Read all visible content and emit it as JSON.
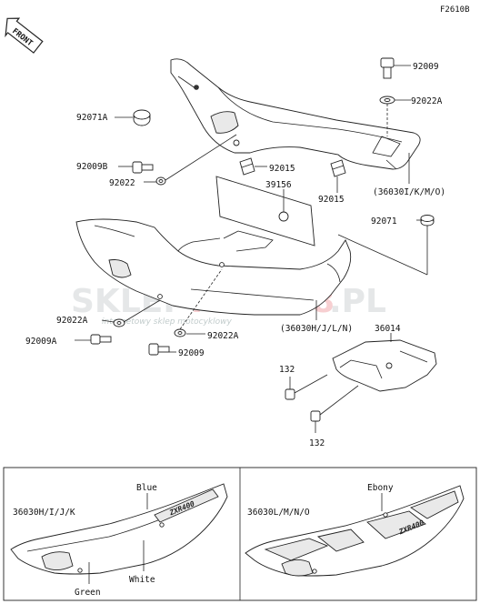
{
  "diagram_code": "F2610B",
  "front_arrow": "FRONT",
  "watermark": {
    "left": "SKLEP",
    "middle": "MOTO",
    "num": "48",
    "right": ".PL",
    "sub": "internetowy sklep motocyklowy",
    "color_main": "#9aa3a8",
    "color_accent": "#e2434b"
  },
  "labels": {
    "p92009_top": "92009",
    "p92022a_top": "92022A",
    "p92071a": "92071A",
    "p92009b": "92009B",
    "p92022": "92022",
    "p92015_l": "92015",
    "p92015_r": "92015",
    "p36030_ikmo": "(36030I/K/M/O)",
    "p39156": "39156",
    "p92071": "92071",
    "p92022a_mid": "92022A",
    "p92009a": "92009A",
    "p92022a_b": "92022A",
    "p92009_b": "92009",
    "p36030_hjln": "(36030H/J/L/N)",
    "p36014": "36014",
    "p132_top": "132",
    "p132_bottom": "132"
  },
  "inset_left": {
    "part": "36030H/I/J/K",
    "color_blue": "Blue",
    "color_white": "White",
    "color_green": "Green",
    "logo": "ZXR400"
  },
  "inset_right": {
    "part": "36030L/M/N/O",
    "color_ebony": "Ebony",
    "logo": "ZXR400"
  }
}
